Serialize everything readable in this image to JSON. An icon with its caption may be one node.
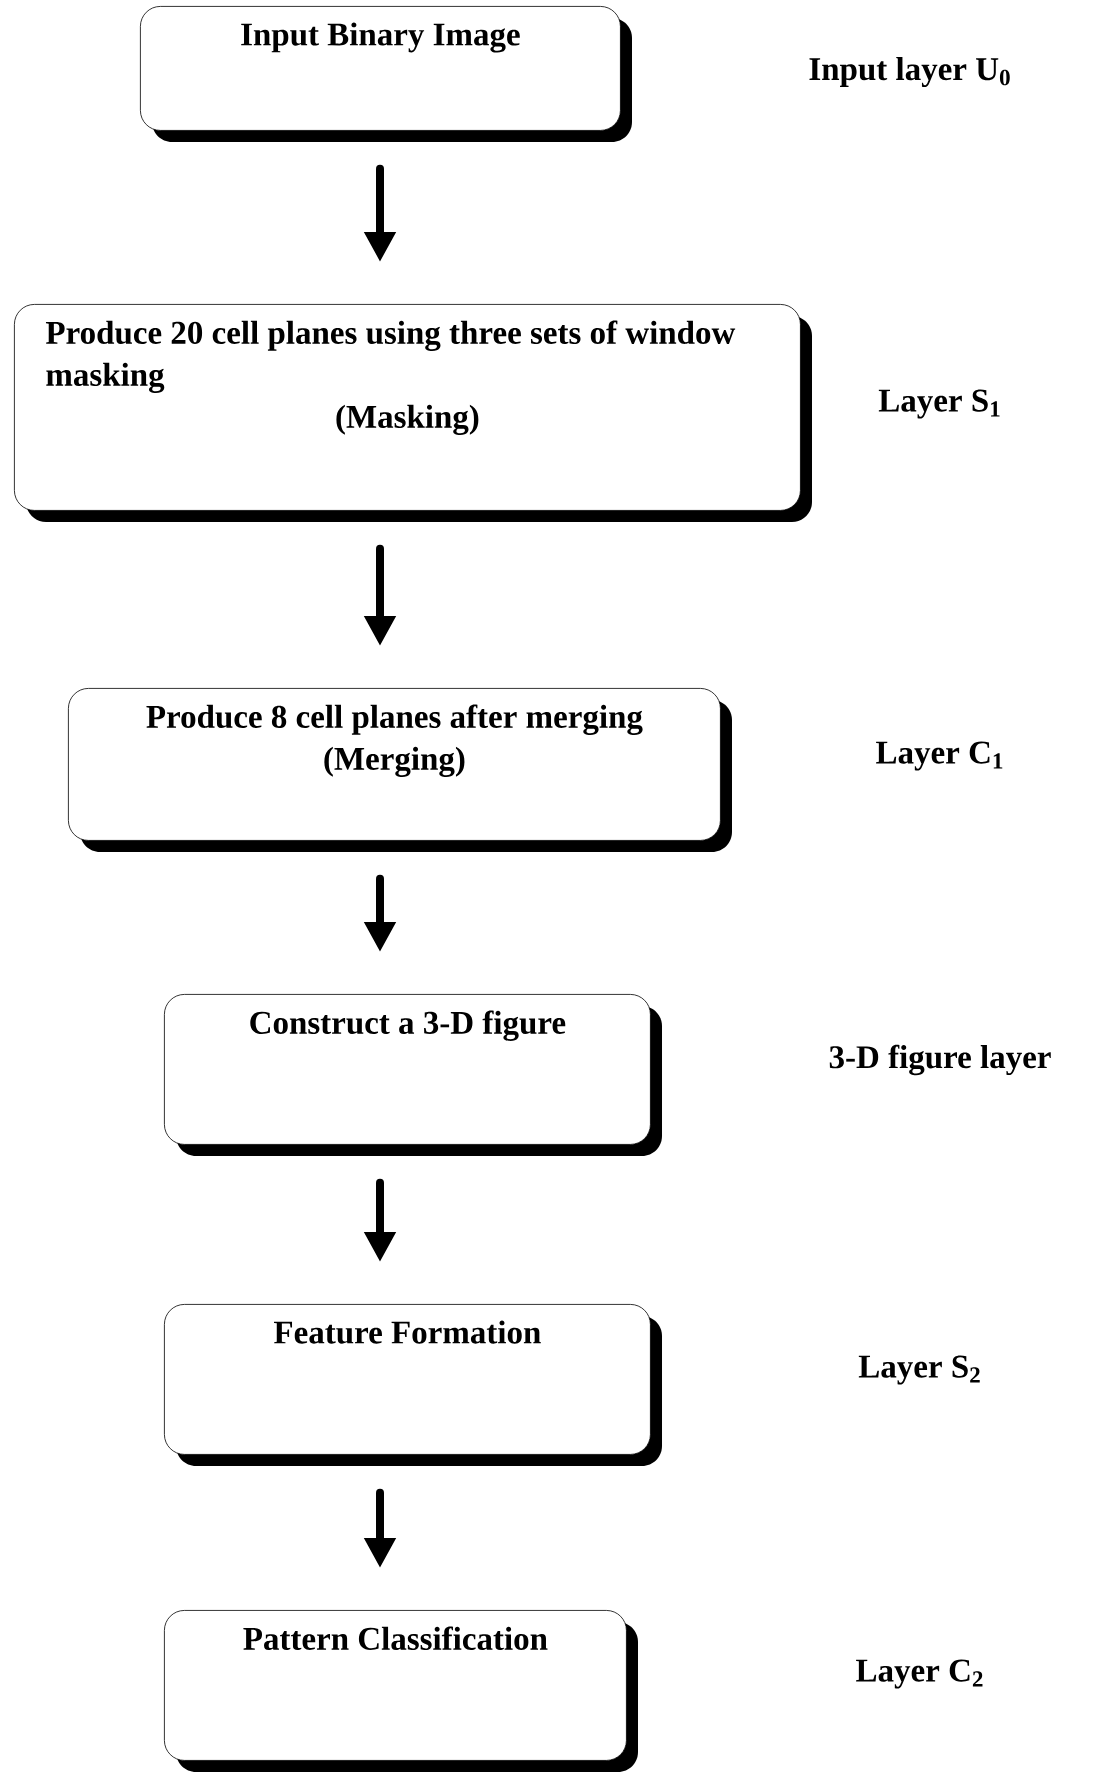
{
  "diagram": {
    "nodes": [
      {
        "text": [
          "Input Binary Image"
        ]
      },
      {
        "text": [
          "Produce 20 cell planes using three sets of window masking",
          "(Masking)"
        ]
      },
      {
        "text": [
          "Produce 8 cell planes after merging",
          "(Merging)"
        ]
      },
      {
        "text": [
          "Construct a 3-D figure"
        ]
      },
      {
        "text": [
          "Feature Formation"
        ]
      },
      {
        "text": [
          "Pattern Classification"
        ]
      }
    ],
    "edges": [
      {
        "from": 0,
        "to": 1,
        "arrow": "to"
      },
      {
        "from": 1,
        "to": 2,
        "arrow": "to"
      },
      {
        "from": 2,
        "to": 3,
        "arrow": "to"
      },
      {
        "from": 3,
        "to": 4,
        "arrow": "to"
      },
      {
        "from": 4,
        "to": 5,
        "arrow": "to"
      }
    ],
    "labels": [
      "Input layer U$_{0}$",
      "Layer S$_{1}$",
      "Layer C$_{1}$",
      "3-D figure layer",
      "Layer S$_{2}$",
      "Layer C$_{2}$"
    ]
  }
}
